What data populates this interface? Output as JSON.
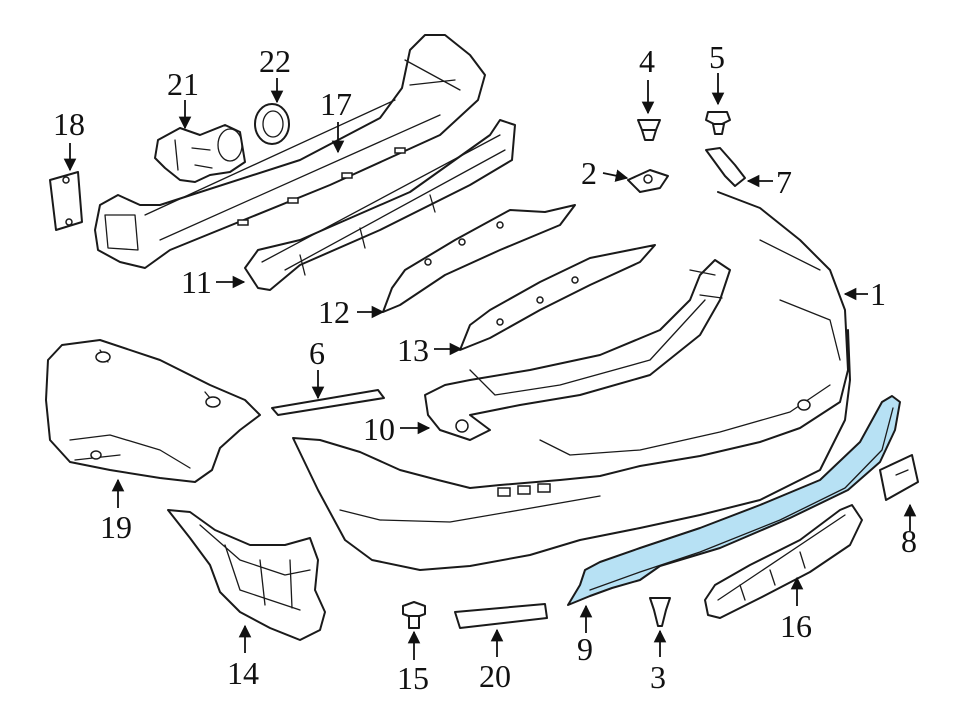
{
  "colors": {
    "line": "#1a1a1a",
    "highlight": "#b7e1f4",
    "highlight_stroke": "#1a1a1a",
    "background": "#ffffff"
  },
  "highlighted_part": "9",
  "callouts": {
    "c1": "1",
    "c2": "2",
    "c3": "3",
    "c4": "4",
    "c5": "5",
    "c6": "6",
    "c7": "7",
    "c8": "8",
    "c9": "9",
    "c10": "10",
    "c11": "11",
    "c12": "12",
    "c13": "13",
    "c14": "14",
    "c15": "15",
    "c16": "16",
    "c17": "17",
    "c18": "18",
    "c19": "19",
    "c20": "20",
    "c21": "21",
    "c22": "22"
  }
}
